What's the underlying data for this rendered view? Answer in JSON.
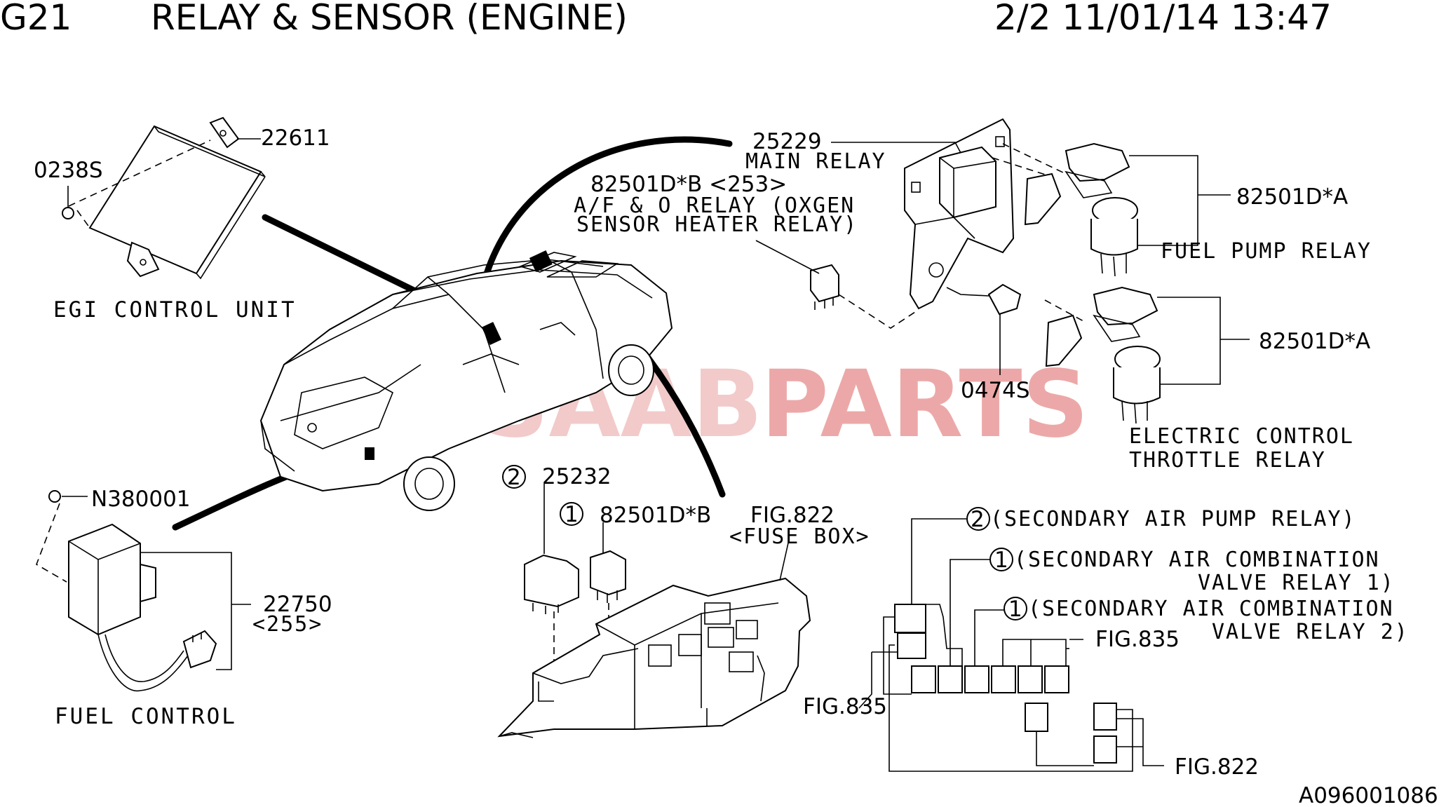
{
  "header": {
    "group_code": "G21",
    "title": "RELAY & SENSOR (ENGINE)",
    "page_date": "2/2 11/01/14 13:47"
  },
  "watermark": {
    "prefix": "eSAAB",
    "suffix": "PARTS"
  },
  "parts": {
    "egi_unit_number": "22611",
    "egi_bolt_number": "0238S",
    "egi_unit_label": "EGI CONTROL UNIT",
    "main_relay_number": "25229",
    "main_relay_label": "MAIN RELAY",
    "af_relay_number": "82501D*B <253>",
    "af_relay_label_1": "A/F & O RELAY (OXGEN",
    "af_relay_label_2": "SENSOR HEATER RELAY)",
    "fuel_pump_relay_number": "82501D*A",
    "fuel_pump_relay_label": "FUEL PUMP RELAY",
    "throttle_relay_number": "82501D*A",
    "throttle_relay_label_1": "ELECTRIC CONTROL",
    "throttle_relay_label_2": "THROTTLE RELAY",
    "screw_number": "0474S",
    "nut_number": "N380001",
    "fuel_control_number": "22750",
    "fuel_control_ref": "<255>",
    "fuel_control_label": "FUEL CONTROL",
    "fusebox_relay_2_marker": "2",
    "fusebox_relay_2_number": "25232",
    "fusebox_relay_1_marker": "1",
    "fusebox_relay_1_number": "82501D*B",
    "fusebox_fig": "FIG.822",
    "fusebox_label": "<FUSE BOX>"
  },
  "fuse_layout": {
    "secondary_pump_marker": "2",
    "secondary_pump_label": "(SECONDARY AIR PUMP RELAY)",
    "combo_valve_1_marker": "1",
    "combo_valve_1_label_1": "(SECONDARY AIR COMBINATION",
    "combo_valve_1_label_2": "VALVE RELAY 1)",
    "combo_valve_2_marker": "1",
    "combo_valve_2_label_1": "(SECONDARY AIR COMBINATION",
    "combo_valve_2_label_2": "VALVE RELAY 2)",
    "fig_right": "FIG.835",
    "fig_left": "FIG.835",
    "fig_bottom": "FIG.822"
  },
  "footer": {
    "diagram_code": "A096001086"
  }
}
